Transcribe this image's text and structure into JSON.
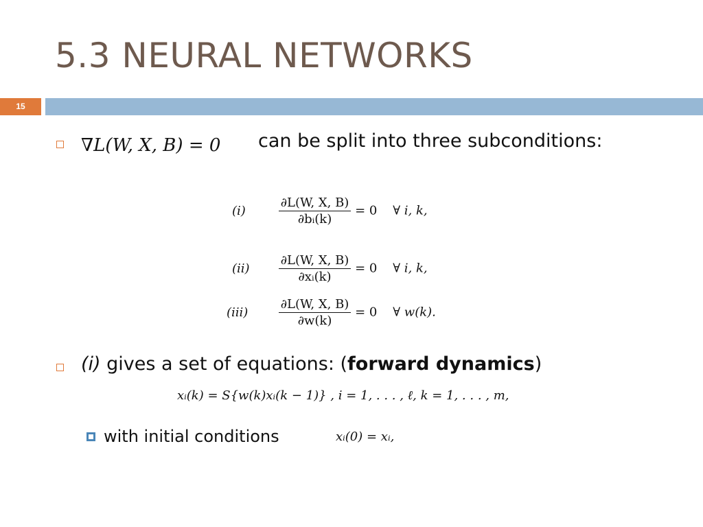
{
  "slide": {
    "title": "5.3 NEURAL NETWORKS",
    "page_number": "15"
  },
  "bullet1": {
    "math": "∇L(W, X, B) = 0",
    "text": "can be split into three subconditions:"
  },
  "conditions": [
    {
      "label": "(i)",
      "numerator": "∂L(W, X, B)",
      "denominator": "∂bᵢ(k)",
      "rhs": "= 0",
      "quantifier": "∀ i,  k,"
    },
    {
      "label": "(ii)",
      "numerator": "∂L(W, X, B)",
      "denominator": "∂xᵢ(k)",
      "rhs": "= 0",
      "quantifier": "∀ i,  k,"
    },
    {
      "label": "(iii)",
      "numerator": "∂L(W, X, B)",
      "denominator": "∂w(k)",
      "rhs": "= 0",
      "quantifier": "∀ w(k)."
    }
  ],
  "bullet2": {
    "prefix": "(i)",
    "text_before": " gives a set of equations: (",
    "bold": "forward dynamics",
    "text_after": ")",
    "equation": "xᵢ(k) = S{w(k)xᵢ(k − 1)} ,    i = 1, . . . , ℓ,  k = 1, . . . , m,"
  },
  "sub_bullet": {
    "text": "with initial conditions",
    "equation": "xᵢ(0) = xᵢ,"
  }
}
